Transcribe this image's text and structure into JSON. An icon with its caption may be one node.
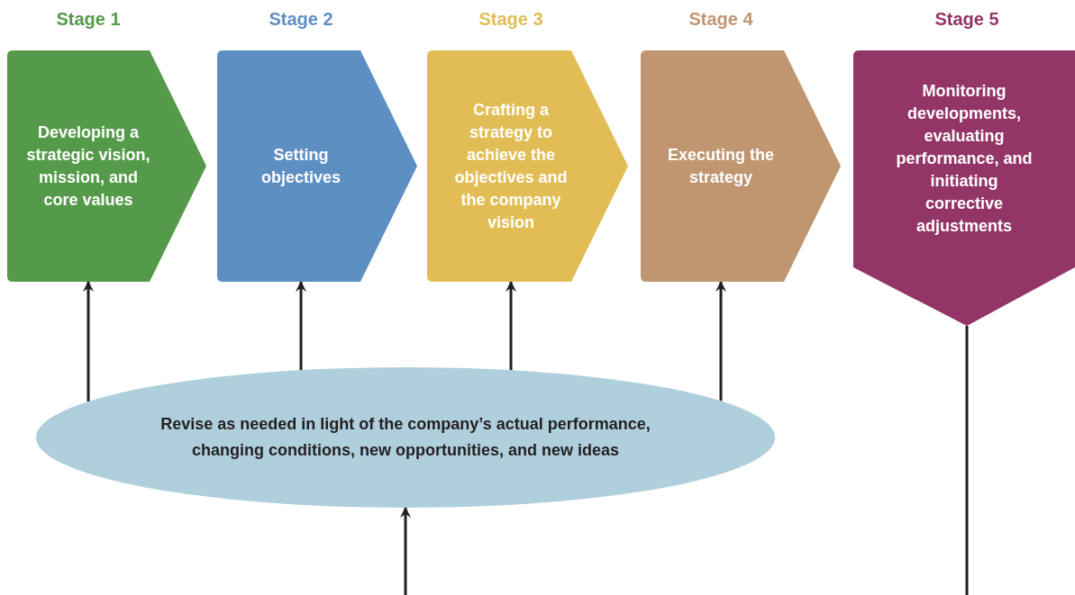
{
  "diagram": {
    "nodes": [
      {
        "text": [
          "Stage 1",
          "Developing a strategic vision, mission, and core values"
        ]
      },
      {
        "text": [
          "Stage 2",
          "Setting objectives"
        ]
      },
      {
        "text": [
          "Stage 3",
          "Crafting a strategy to achieve the objectives and the company vision"
        ]
      },
      {
        "text": [
          "Stage 4",
          "Executing the strategy"
        ]
      },
      {
        "text": [
          "Stage 5",
          "Monitoring developments, evaluating performance, and initiating corrective adjustments"
        ]
      },
      {
        "text": [
          "Revise as needed in light of the company’s actual performance, changing conditions, new opportunities, and new ideas"
        ]
      }
    ],
    "edges": [
      {
        "from": 5,
        "to": 0,
        "arrow": "to"
      },
      {
        "from": 5,
        "to": 1,
        "arrow": "to"
      },
      {
        "from": 5,
        "to": 2,
        "arrow": "to"
      },
      {
        "from": 5,
        "to": 3,
        "arrow": "to"
      },
      {
        "from": 4,
        "to": null,
        "arrow": "none"
      },
      {
        "from": null,
        "to": 5,
        "arrow": "to"
      }
    ]
  }
}
